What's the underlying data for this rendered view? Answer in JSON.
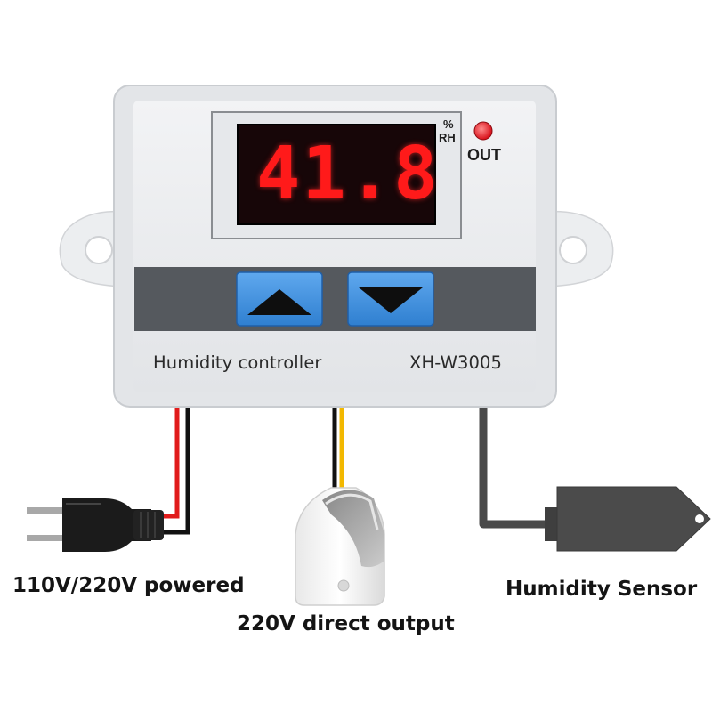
{
  "device": {
    "label": "Humidity controller",
    "model": "XH-W3005",
    "display": {
      "value": "41.8",
      "unit_top": "%",
      "unit_bottom": "RH",
      "color": "#ff1a1a"
    },
    "out_label": "OUT",
    "out_led_color": "#e8202a",
    "buttons": [
      {
        "name": "up",
        "icon": "triangle-up"
      },
      {
        "name": "down",
        "icon": "triangle-down"
      }
    ],
    "button_color": "#3e8fdc"
  },
  "captions": {
    "power": "110V/220V powered",
    "output": "220V direct output",
    "sensor": "Humidity Sensor"
  },
  "wires": {
    "power": [
      "#e11b1b",
      "#111111"
    ],
    "output": [
      "#f2b800",
      "#111111"
    ],
    "sensor": [
      "#4a4a4a"
    ]
  }
}
